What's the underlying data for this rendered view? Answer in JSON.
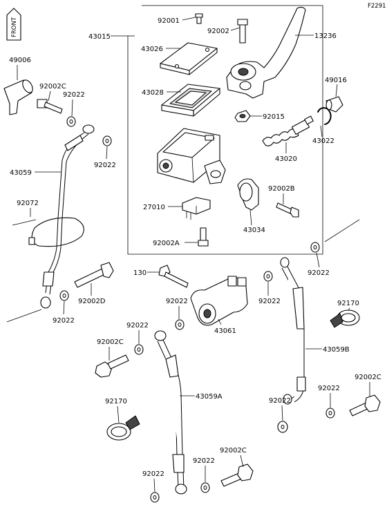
{
  "figure_code": "F2291",
  "front_badge": "FRONT",
  "labels": {
    "l43015": "43015",
    "l92001": "92001",
    "l92002": "92002",
    "l13236": "13236",
    "l43026": "43026",
    "l43028": "43028",
    "l49016": "49016",
    "l92015": "92015",
    "l43022": "43022",
    "l43020": "43020",
    "l92002B": "92002B",
    "l27010": "27010",
    "l43034": "43034",
    "l92002A": "92002A",
    "l49006": "49006",
    "l92002C_a": "92002C",
    "l92022_a": "92022",
    "l92022_b": "92022",
    "l43059": "43059",
    "l92072": "92072",
    "l92022_c": "92022",
    "l92002D": "92002D",
    "l130": "130",
    "l92022_d": "92022",
    "l43061": "43061",
    "l92022_e": "92022",
    "l92022_f": "92022",
    "l92170_a": "92170",
    "l92022_g": "92022",
    "l92002C_b": "92002C",
    "l43059A": "43059A",
    "l43059B": "43059B",
    "l92022_h": "92022",
    "l92022_i": "92022",
    "l92002C_c": "92002C",
    "l92170_b": "92170",
    "l92022_j": "92022",
    "l92022_k": "92022",
    "l92002C_d": "92002C"
  }
}
